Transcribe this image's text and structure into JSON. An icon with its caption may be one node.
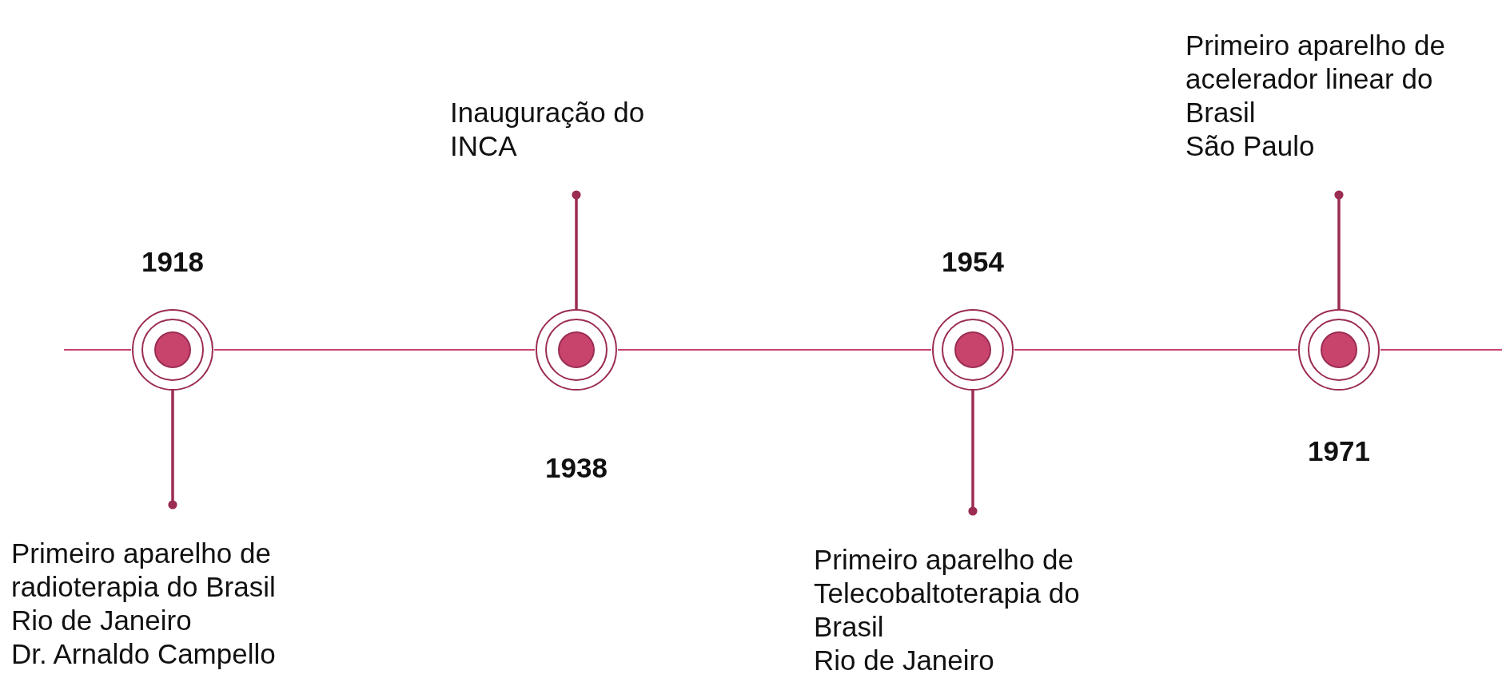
{
  "diagram": {
    "nodes": [
      {
        "text": [],
        "shape": "circle",
        "beside": [
          "1918"
        ]
      },
      {
        "text": [],
        "shape": "circle",
        "beside": [
          "1938"
        ]
      },
      {
        "text": [],
        "shape": "circle",
        "beside": [
          "1954"
        ]
      },
      {
        "text": [],
        "shape": "circle",
        "beside": [
          "1971"
        ]
      },
      {
        "text": [
          "Primeiro aparelho de radioterapia do Brasil",
          "Rio de Janeiro",
          "Dr. Arnaldo Campello"
        ]
      },
      {
        "text": [
          "Inauguração do INCA"
        ]
      },
      {
        "text": [
          "Primeiro aparelho de Telecobaltoterapia do Brasil",
          "Rio de Janeiro"
        ]
      },
      {
        "text": [
          "Primeiro aparelho de acelerador linear do Brasil",
          "São Paulo"
        ]
      }
    ],
    "edges": [
      {
        "from": null,
        "to": 0,
        "arrow": "none",
        "color": "#c9446d"
      },
      {
        "from": 0,
        "to": 1,
        "arrow": "none",
        "color": "#c9446d"
      },
      {
        "from": 1,
        "to": 2,
        "arrow": "none",
        "color": "#c9446d"
      },
      {
        "from": 2,
        "to": 3,
        "arrow": "none",
        "color": "#c9446d"
      },
      {
        "from": 3,
        "to": null,
        "arrow": "none",
        "color": "#c9446d"
      },
      {
        "from": 0,
        "to": 4,
        "arrow": "other"
      },
      {
        "from": 1,
        "to": 5,
        "arrow": "other"
      },
      {
        "from": 2,
        "to": 6,
        "arrow": "other"
      },
      {
        "from": 3,
        "to": 7,
        "arrow": "other"
      }
    ]
  }
}
